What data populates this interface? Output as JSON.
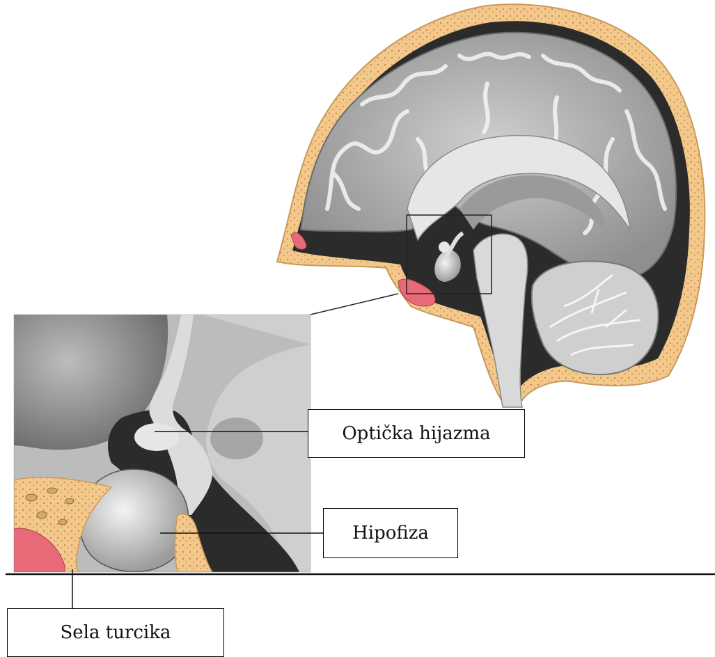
{
  "labels": {
    "optic_chiasm": "Optička hijazma",
    "hypophysis": "Hipofiza",
    "sella_turcica": "Sela turcika"
  },
  "colors": {
    "bone": "#f3c88a",
    "bone_outline": "#c99a5a",
    "brain_light": "#d7d7d7",
    "brain_mid": "#a9a9a9",
    "brain_dark": "#7d7d7d",
    "cavity_dark": "#2b2b2b",
    "vessel_pink": "#e86a78"
  }
}
